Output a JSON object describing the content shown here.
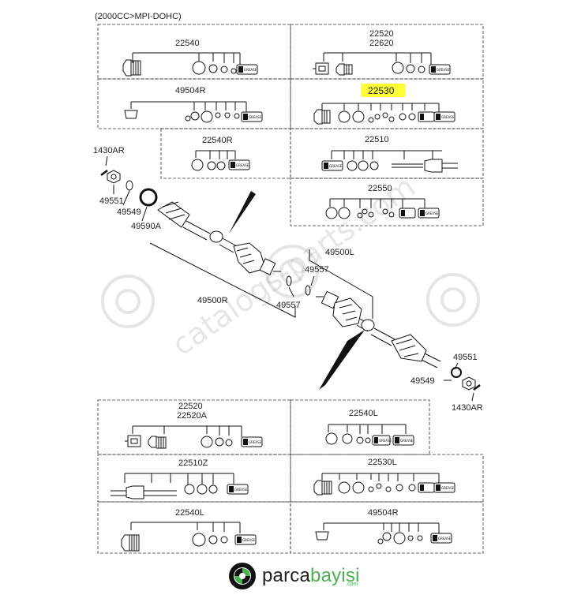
{
  "header": {
    "variant": "(2000CC>MPI-DOHC)"
  },
  "labels": {
    "b1": "22540",
    "b2a": "22520",
    "b2b": "22620",
    "b3": "49504R",
    "b4": "22530",
    "b5": "22540R",
    "b6": "22510",
    "b7": "22550",
    "b8a": "22520",
    "b8b": "22520A",
    "b9": "22540L",
    "b10": "22510Z",
    "b11": "22530L",
    "b12": "22540L",
    "b13": "49504R",
    "p1430r": "1430AR",
    "p49551r": "49551",
    "p49549r": "49549",
    "p49590a": "49590A",
    "p49500r": "49500R",
    "p49557a": "49557",
    "p49557b": "49557",
    "p49500l": "49500L",
    "p49551l": "49551",
    "p49549l": "49549",
    "p1430l": "1430AR"
  },
  "grease_tag": "GREASE",
  "watermark": "catalogs-parts.com",
  "highlight_color": "#ffff33",
  "logo": {
    "brand_main": "parca",
    "brand_accent": "bayisi",
    "suffix": ".com"
  }
}
